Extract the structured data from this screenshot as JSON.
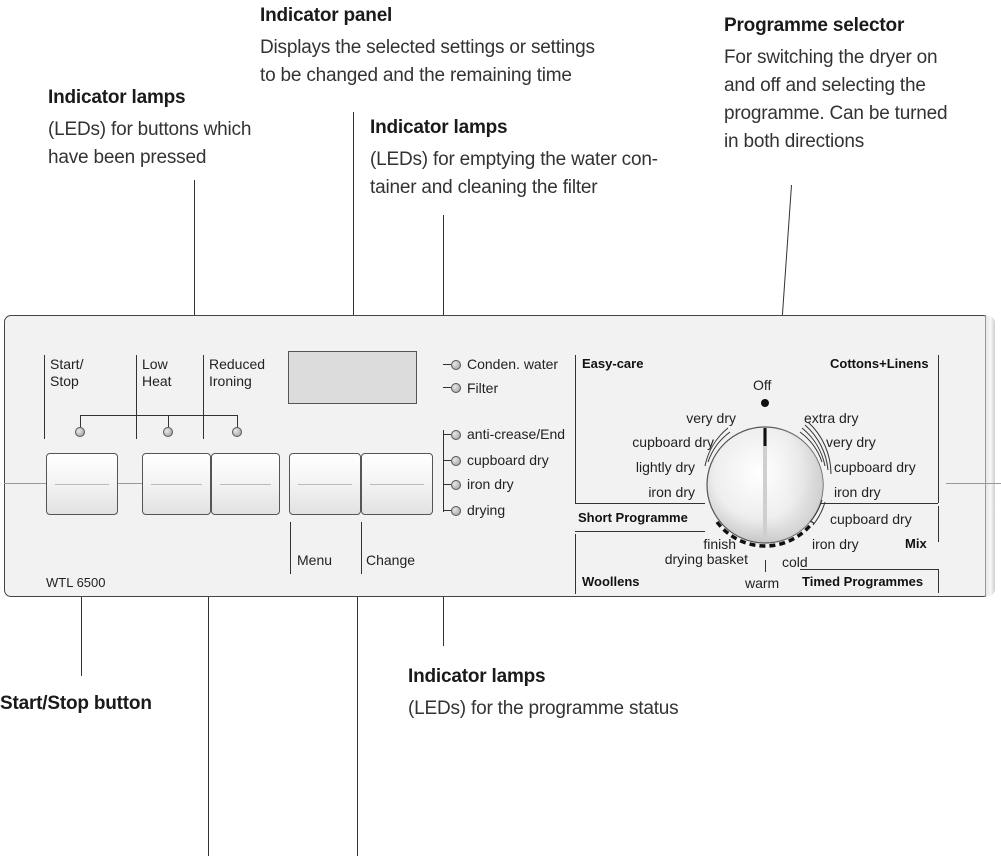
{
  "annotations": {
    "indicator_panel": {
      "title": "Indicator panel",
      "line1": "Displays the selected settings  or settings",
      "line2": "to be changed and the remaining time"
    },
    "programme_selector": {
      "title": "Programme selector",
      "line1": "For switching the dryer on",
      "line2": "and off and selecting the",
      "line3": "programme. Can be turned",
      "line4": "in both directions"
    },
    "indicator_lamps_buttons": {
      "title": "Indicator lamps",
      "line1": "(LEDs) for buttons which",
      "line2": "have been pressed"
    },
    "indicator_lamps_water": {
      "title": "Indicator lamps",
      "line1": "(LEDs) for emptying the water con-",
      "line2": "tainer and cleaning the filter"
    },
    "start_stop_button": {
      "title": "Start/Stop button"
    },
    "indicator_lamps_status": {
      "title": "Indicator lamps",
      "line1": "(LEDs) for the programme status"
    }
  },
  "panel": {
    "button_labels": {
      "start_stop_1": "Start/",
      "start_stop_2": "Stop",
      "low_heat_1": "Low",
      "low_heat_2": "Heat",
      "reduced_ironing_1": "Reduced",
      "reduced_ironing_2": "Ironing",
      "menu": "Menu",
      "change": "Change"
    },
    "model": "WTL 6500",
    "service_leds": [
      "Conden. water",
      "Filter"
    ],
    "status_leds": [
      "anti-crease/End",
      "cupboard dry",
      "iron dry",
      "drying"
    ],
    "selector": {
      "off": "Off",
      "easy_care": "Easy-care",
      "cottons_linens": "Cottons+Linens",
      "short_programme": "Short Programme",
      "woollens": "Woollens",
      "timed_programmes": "Timed Programmes",
      "mix": "Mix",
      "left_options": [
        "very dry",
        "cupboard dry",
        "lightly dry",
        "iron dry"
      ],
      "right_options": [
        "extra dry",
        "very dry",
        "cupboard dry",
        "iron dry"
      ],
      "mix_options": [
        "cupboard dry",
        "iron dry"
      ],
      "woollens_options": [
        "finish",
        "drying basket"
      ],
      "timed_options": [
        "warm",
        "cold"
      ]
    }
  },
  "colors": {
    "panel": "#f2f2f2",
    "line": "#333333",
    "led": "#9a9a9a"
  }
}
